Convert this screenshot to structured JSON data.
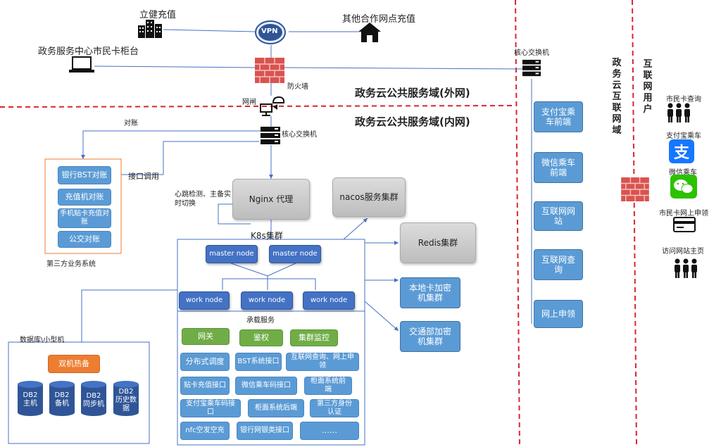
{
  "top": {
    "lijian": "立健充值",
    "partner": "其他合作网点充值",
    "counter": "政务服务中心市民卡柜台",
    "vpn": "VPN",
    "firewall": "防火墙",
    "gateway": "网闸",
    "core_switch": "核心交换机",
    "core_switch_right": "核心交换机"
  },
  "domains": {
    "external": "政务云公共服务域(外网)",
    "internal": "政务云公共服务域(内网)",
    "internet_domain": "政务云互联网域",
    "internet_users": "互联网用户"
  },
  "third_party": {
    "title": "第三方业务系统",
    "reconcile_label": "对账",
    "api_label": "接口调用",
    "items": [
      "银行BST对账",
      "充值机对账",
      "手机贴卡充值对账",
      "公交对账"
    ]
  },
  "heartbeat": "心跳检测、主备实时切换",
  "services": {
    "nginx": "Nginx 代理",
    "nacos": "nacos服务集群",
    "redis": "Redis集群",
    "local_card": "本地卡加密机集群",
    "transport": "交通部加密机集群"
  },
  "k8s": {
    "title": "K8s集群",
    "masters": [
      "master node",
      "master node"
    ],
    "workers": [
      "work node",
      "work node",
      "work node"
    ],
    "services_title": "承载服务",
    "green_items": [
      "网关",
      "鉴权",
      "集群监控"
    ],
    "blue_items": [
      "分布式调度",
      "BST系统接口",
      "互联网查询、网上申领",
      "贴卡充值接口",
      "微信乘车码接口",
      "柜面系统前端",
      "支付宝乘车码接口",
      "柜面系统后端",
      "第三方身份认证",
      "nfc空发空充",
      "银行网银类接口",
      "……"
    ]
  },
  "database": {
    "title": "数据库\\小型机",
    "hot_standby": "双机热备",
    "dbs": [
      "DB2主机",
      "DB2备机",
      "DB2同步机",
      "DB2历史数据"
    ]
  },
  "frontends": [
    "支付宝乘车前端",
    "微信乘车前端",
    "互联网网站",
    "互联网查询",
    "网上申领"
  ],
  "users": {
    "citizen_query": "市民卡查询",
    "alipay": "支付宝乘车",
    "wechat": "微信乘车",
    "apply": "市民卡网上申领",
    "website": "访问网站主页"
  },
  "colors": {
    "dashed_red": "#d9262c",
    "line_blue": "#4472c4",
    "orange_border": "#ed7d31"
  }
}
